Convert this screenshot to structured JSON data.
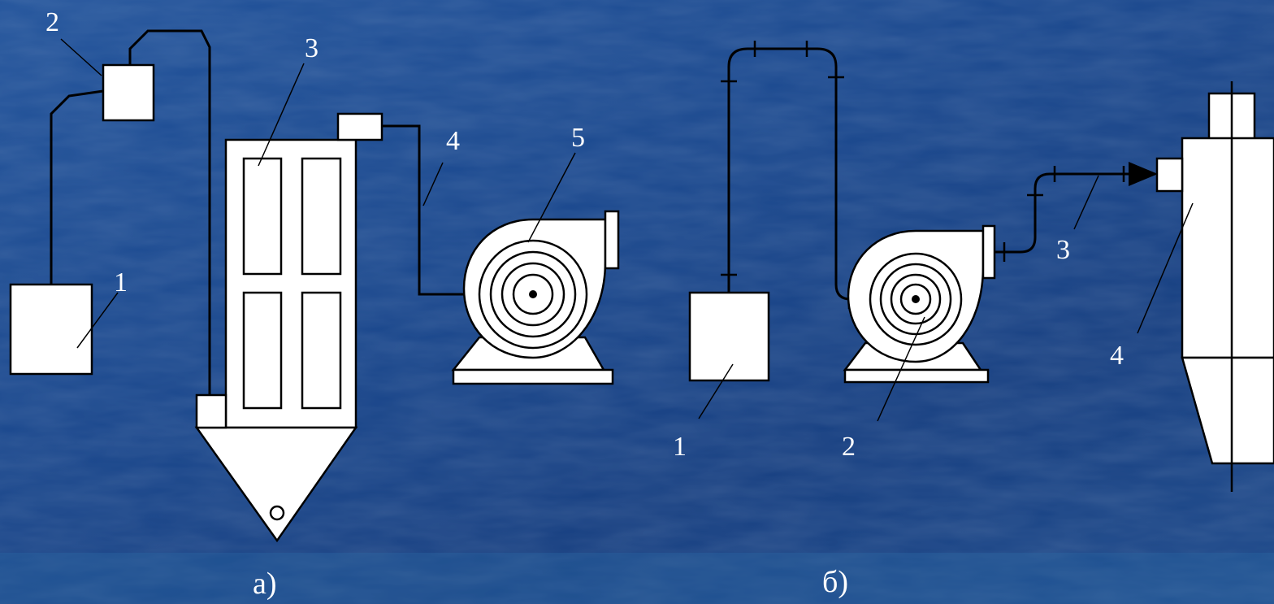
{
  "diagram_a": {
    "caption": "а)",
    "labels": {
      "n1": "1",
      "n2": "2",
      "n3": "3",
      "n4": "4",
      "n5": "5"
    }
  },
  "diagram_b": {
    "caption": "б)",
    "labels": {
      "n1": "1",
      "n2": "2",
      "n3": "3",
      "n4": "4"
    }
  },
  "colors": {
    "background": "#1e4a8e",
    "equipment_fill": "#ffffff",
    "outline": "#000000"
  }
}
